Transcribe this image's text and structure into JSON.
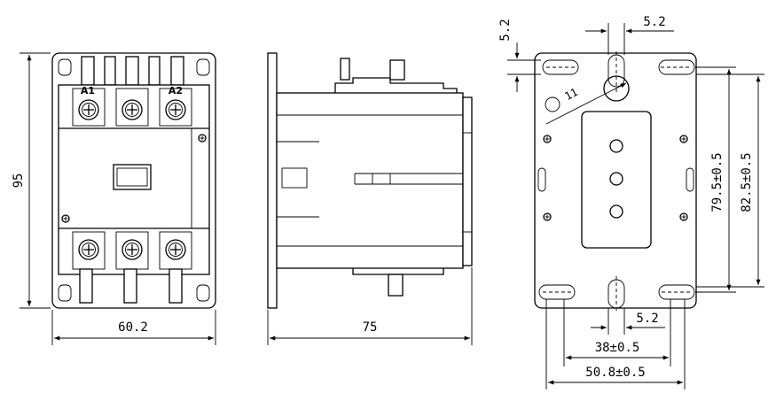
{
  "front_view": {
    "height_label": "95",
    "width_label": "60.2",
    "terminal_a1": "A1",
    "terminal_a2": "A2"
  },
  "side_view": {
    "depth_label": "75"
  },
  "mounting_view": {
    "slot_height_label": "5.2",
    "slot_width_top_label": "5.2",
    "hole_label": "11",
    "inner_height_label": "79.5±0.5",
    "outer_height_label": "82.5±0.5",
    "slot_width_bottom_label": "5.2",
    "inner_width_label": "38±0.5",
    "outer_width_label": "50.8±0.5"
  }
}
